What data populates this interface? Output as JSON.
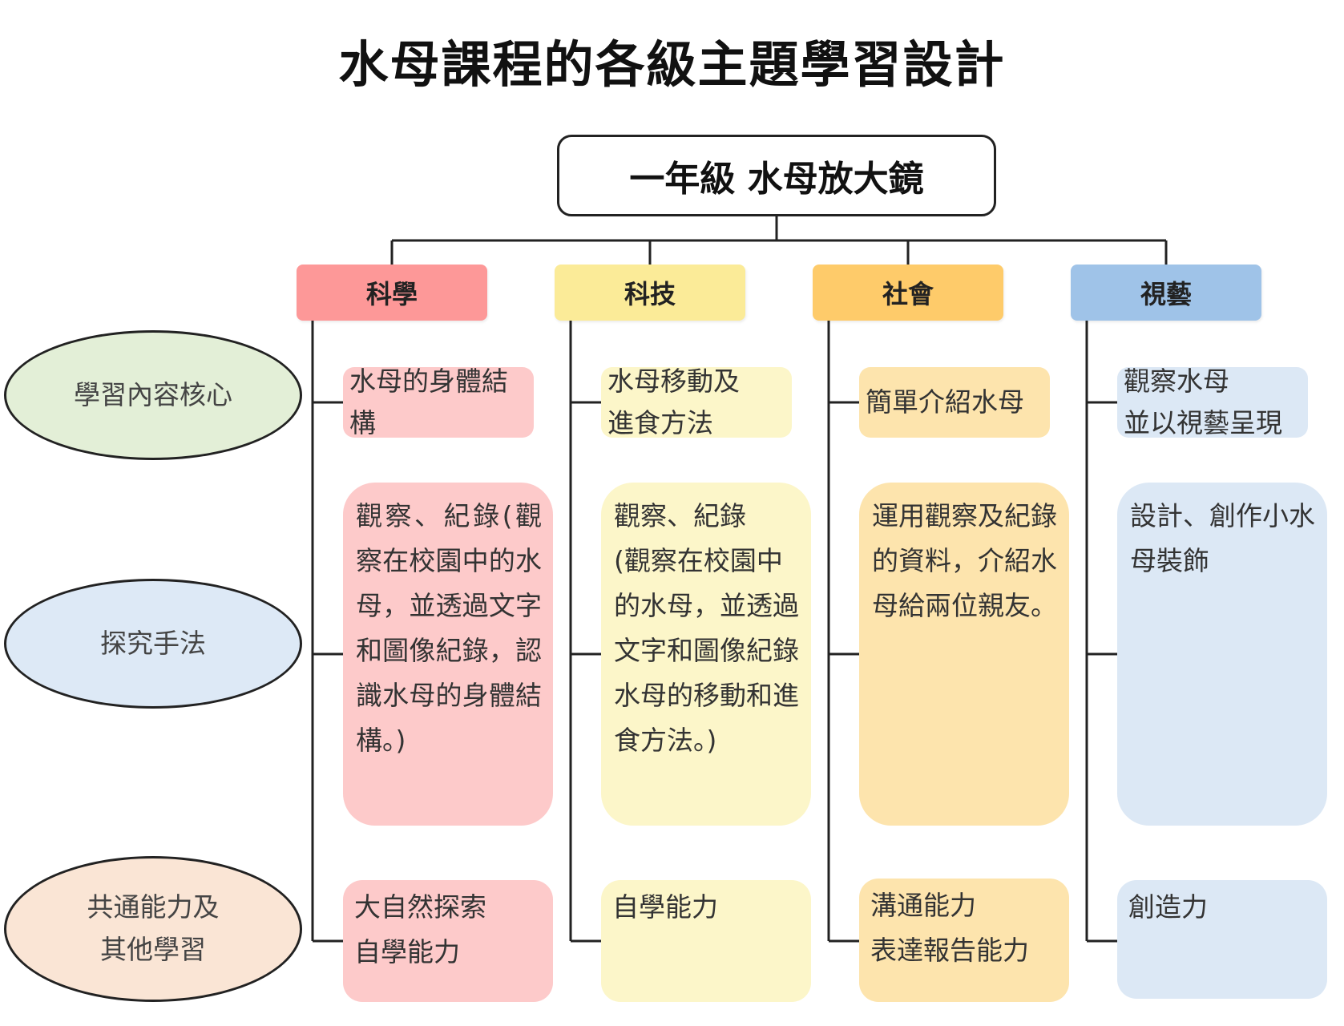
{
  "title": "水母課程的各級主題學習設計",
  "root": "一年級 水母放大鏡",
  "rows": [
    "學習內容核心",
    "探究手法",
    "共通能力及\n其他學習"
  ],
  "subjects": [
    {
      "name": "科學",
      "color": "#fd9898",
      "cell_color": "#fdcaca",
      "content": "水母的身體結構",
      "method": "觀察、紀錄(觀察在校園中的水母，並透過文字和圖像紀錄，認識水母的身體結構。)",
      "ability": "大自然探索\n自學能力"
    },
    {
      "name": "科技",
      "color": "#fbeb98",
      "cell_color": "#fcf6c9",
      "content": "水母移動及\n進食方法",
      "method": "觀察、紀錄\n(觀察在校園中的水母，並透過文字和圖像紀錄水母的移動和進食方法。)",
      "ability": "自學能力"
    },
    {
      "name": "社會",
      "color": "#fecb6a",
      "cell_color": "#fde4ad",
      "content": "簡單介紹水母",
      "method": "運用觀察及紀錄的資料，介紹水母給兩位親友。",
      "ability": "溝通能力\n表達報告能力"
    },
    {
      "name": "視藝",
      "color": "#9fc3e8",
      "cell_color": "#dce8f5",
      "content": "觀察水母\n並以視藝呈現",
      "method": " 設計、創作小水母裝飾",
      "ability": "創造力"
    }
  ],
  "row_colors": [
    "#e3efd7",
    "#dde9f6",
    "#fae5d5"
  ]
}
